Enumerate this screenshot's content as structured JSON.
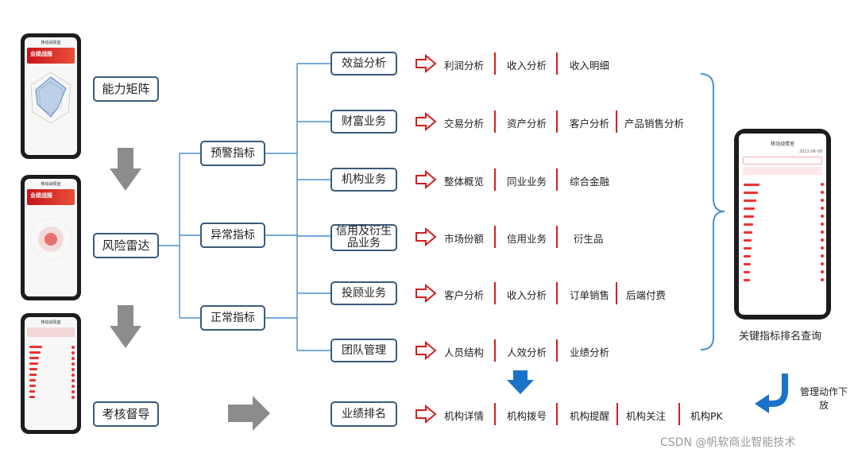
{
  "left_nodes": {
    "capability": "能力矩阵",
    "radar": "风险雷达",
    "assessment": "考核督导"
  },
  "mid_nodes": {
    "warning": "预警指标",
    "abnormal": "异常指标",
    "normal": "正常指标"
  },
  "categories": [
    {
      "label": "效益分析",
      "items": [
        "利润分析",
        "收入分析",
        "收入明细"
      ]
    },
    {
      "label": "财富业务",
      "items": [
        "交易分析",
        "资产分析",
        "客户分析",
        "产品销售分析"
      ]
    },
    {
      "label": "机构业务",
      "items": [
        "整体概览",
        "同业业务",
        "综合金融"
      ]
    },
    {
      "label": "信用及衍生品业务",
      "items": [
        "市场份额",
        "信用业务",
        "衍生品"
      ]
    },
    {
      "label": "投顾业务",
      "items": [
        "客户分析",
        "收入分析",
        "订单销售",
        "后端付费"
      ]
    },
    {
      "label": "团队管理",
      "items": [
        "人员结构",
        "人效分析",
        "业绩分析"
      ]
    }
  ],
  "ranking": {
    "label": "业绩排名",
    "items": [
      "机构详情",
      "机构拨号",
      "机构提醒",
      "机构关注",
      "机构PK"
    ]
  },
  "right": {
    "caption": "关键指标排名查询",
    "action_label_1": "管理动作下",
    "action_label_2": "放"
  },
  "phones": {
    "p1": {
      "title": "移动战情室",
      "banner": "业绩战报"
    },
    "p2": {
      "title": "移动战情室",
      "banner": "业绩战报"
    },
    "p3": {
      "title": "移动战情室"
    },
    "p4": {
      "title": "移动战情室",
      "date": "2022-06-08"
    }
  },
  "watermark": "CSDN @帆软商业智能技术",
  "colors": {
    "line": "#4a8fd1",
    "box_border": "#3b5a7a",
    "arrow_red": "#d21f1f",
    "arrow_blue": "#1a73c8",
    "arrow_gray": "#8c8c8c"
  }
}
